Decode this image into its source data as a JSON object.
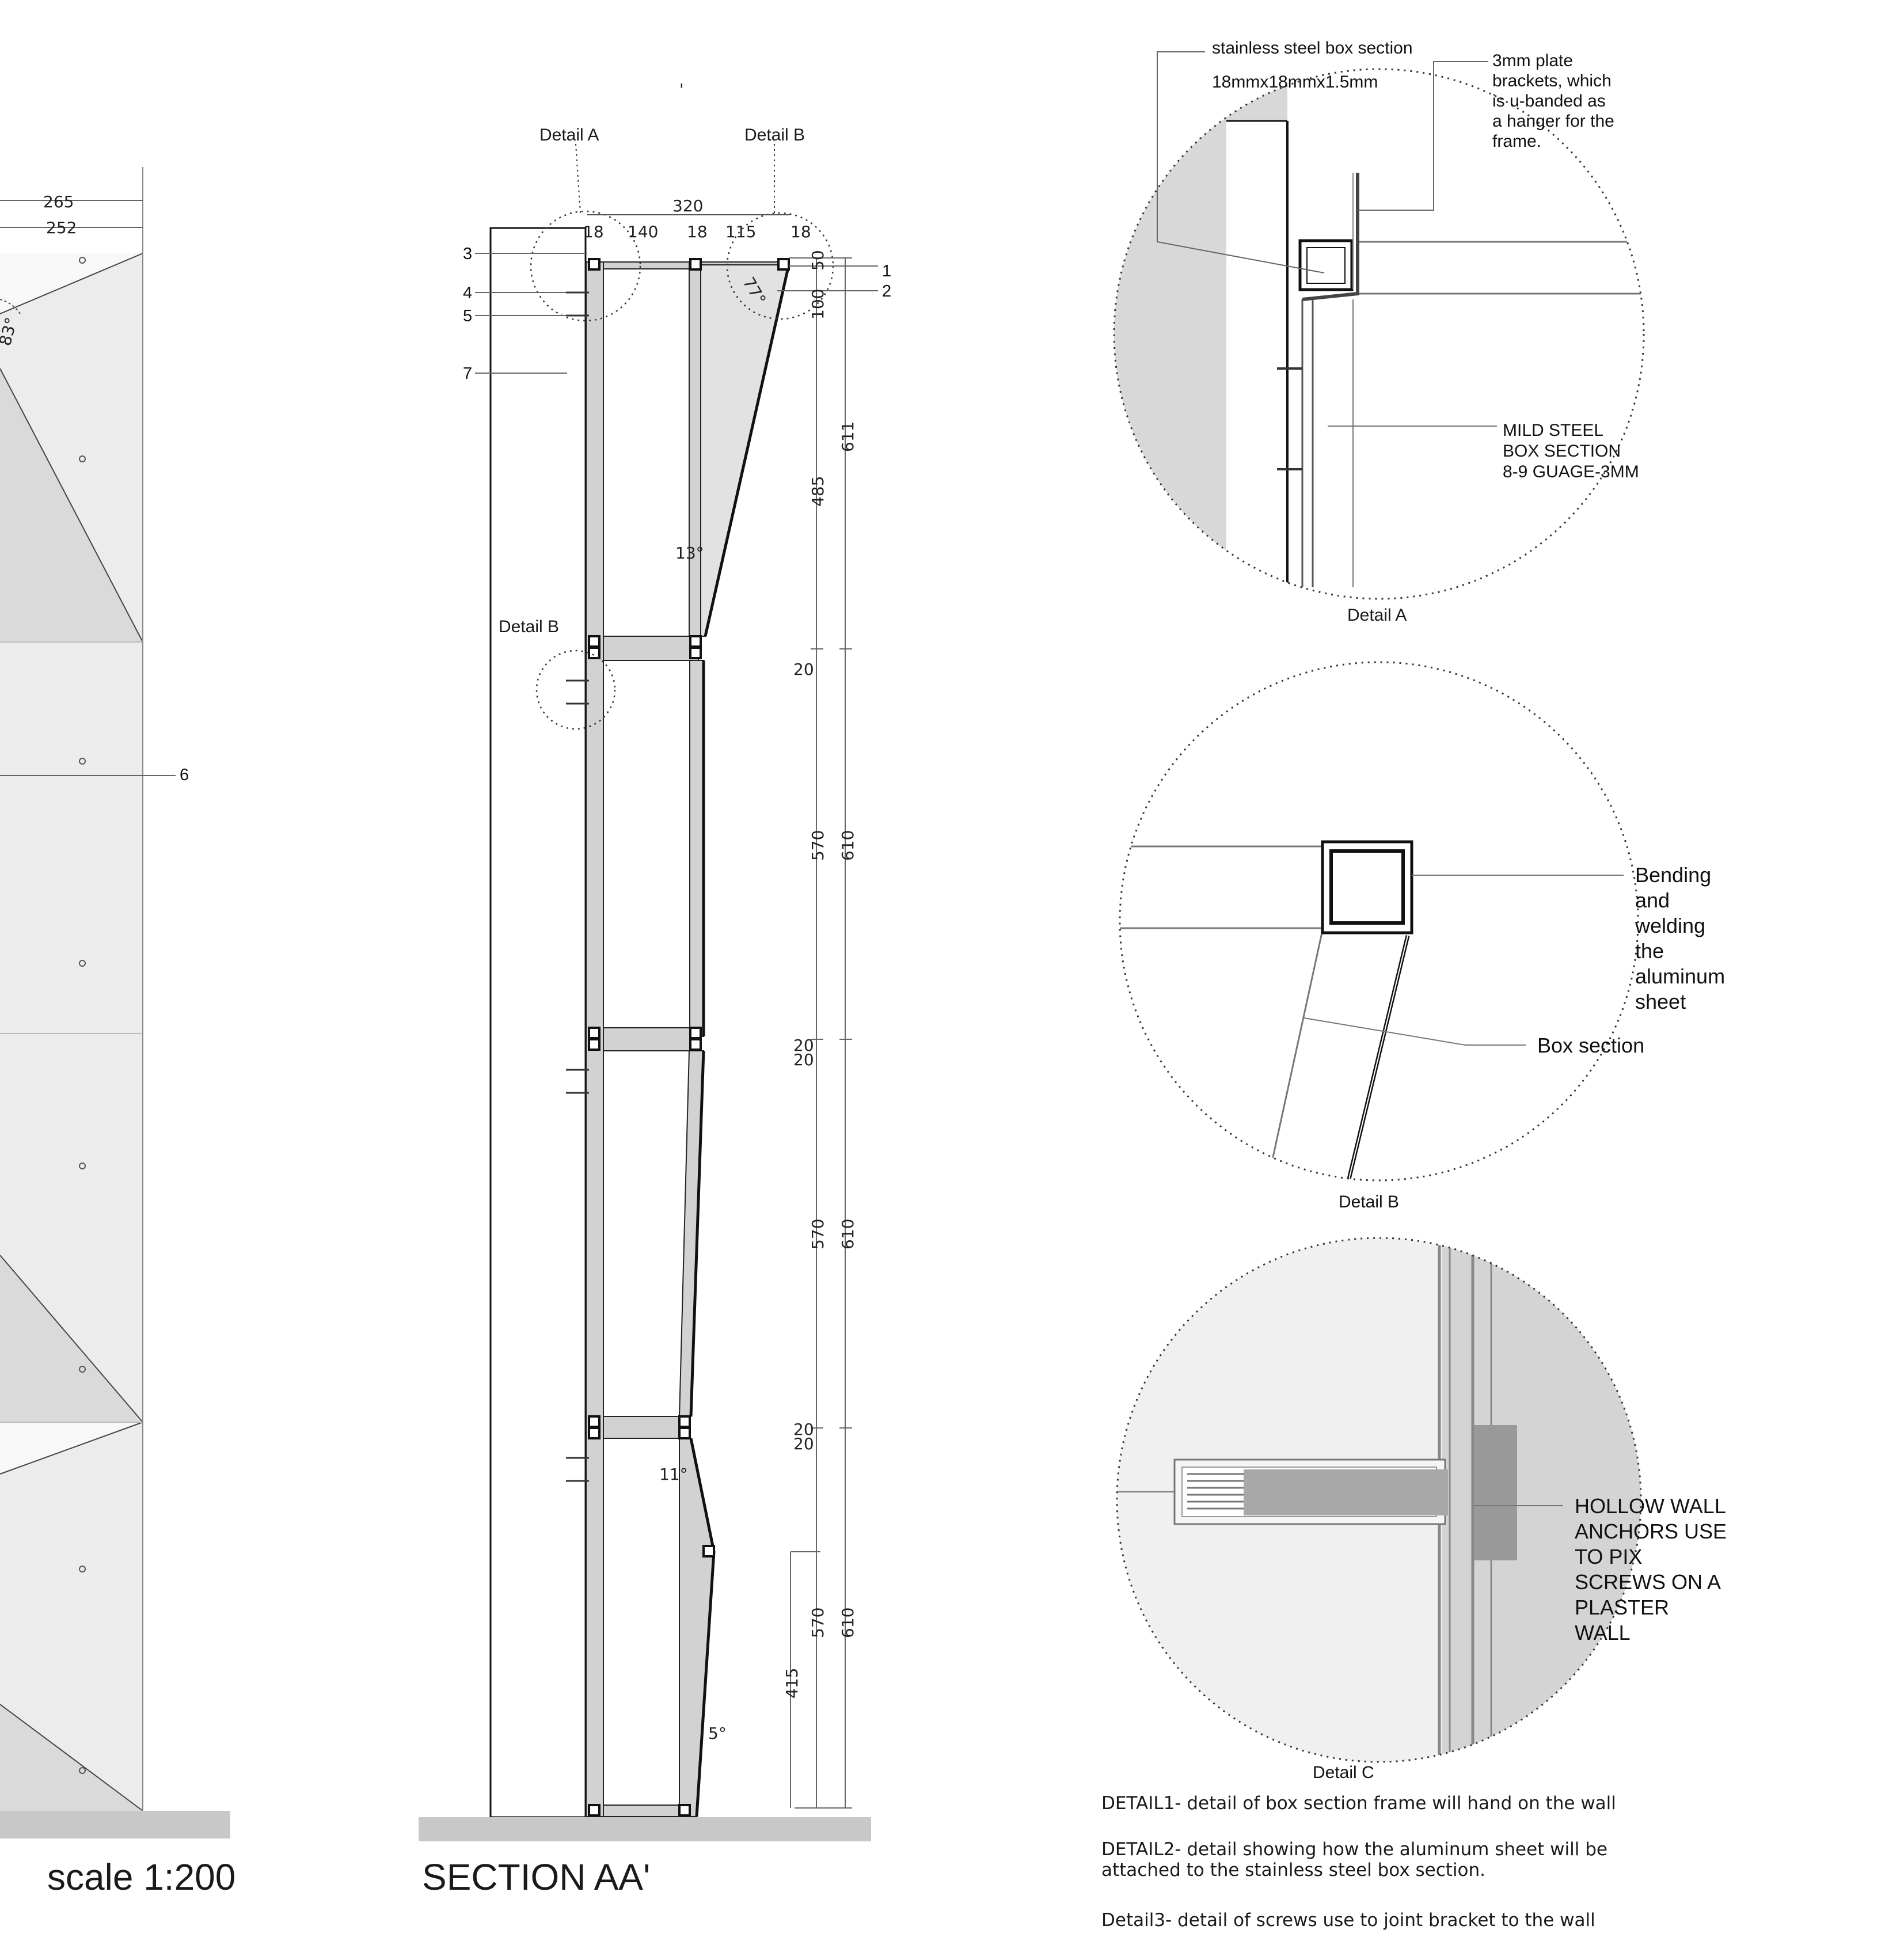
{
  "elevation": {
    "dims": [
      "265",
      "252"
    ],
    "angle": "83°",
    "marker": "6",
    "scale_label": "scale 1:200"
  },
  "section": {
    "title": "SECTION AA'",
    "tick_mark": "'",
    "detail_a": "Detail A",
    "detail_b_top": "Detail B",
    "detail_b_mid": "Detail B",
    "markers": [
      "1",
      "2",
      "3",
      "4",
      "5",
      "7"
    ],
    "top_dims": [
      "320",
      "18",
      "140",
      "18",
      "115",
      "18"
    ],
    "angles": [
      "77°",
      "13°",
      "11°",
      "5°"
    ],
    "vertical_dims": {
      "d50": "50",
      "d100": "100",
      "d611": "611",
      "d485": "485",
      "d20a": "20",
      "d570a": "570",
      "d610a": "610",
      "d20b": "20",
      "d20c": "20",
      "d570b": "570",
      "d610b": "610",
      "d20d": "20",
      "d20e": "20",
      "d570c": "570",
      "d610c": "610",
      "d415": "415"
    }
  },
  "detail_a": {
    "title": "Detail A",
    "box_section_line1": "stainless steel box section",
    "box_section_line2": "18mmx18mmx1.5mm",
    "bracket_lines": [
      "3mm plate",
      "brackets, which",
      "is u-banded as",
      "a hanger for the",
      "frame."
    ],
    "mild_steel_lines": [
      "MILD  STEEL",
      "BOX SECTION",
      "8-9 GUAGE-3MM"
    ]
  },
  "detail_b": {
    "title": "Detail B",
    "bending_lines": [
      "Bending",
      "and",
      "welding",
      "the",
      "aluminum",
      "sheet"
    ],
    "box_section": "Box section"
  },
  "detail_c": {
    "title": "Detail C",
    "anchor_lines": [
      "HOLLOW WALL",
      "ANCHORS USE",
      "TO PIX",
      "SCREWS ON A",
      "PLASTER",
      "WALL"
    ]
  },
  "notes": {
    "n1": "DETAIL1- detail of box section frame will hand on the wall",
    "n2a": "DETAIL2- detail showing how the aluminum sheet will be",
    "n2b": "attached to the stainless steel box section.",
    "n3": "Detail3- detail of screws use to joint bracket to the wall"
  },
  "colors": {
    "panel_light": "#eeeeee",
    "panel_mid": "#dcdcdc",
    "ground": "#c8c8c8",
    "frame_fill": "#d2d2d2",
    "line": "#111111"
  }
}
